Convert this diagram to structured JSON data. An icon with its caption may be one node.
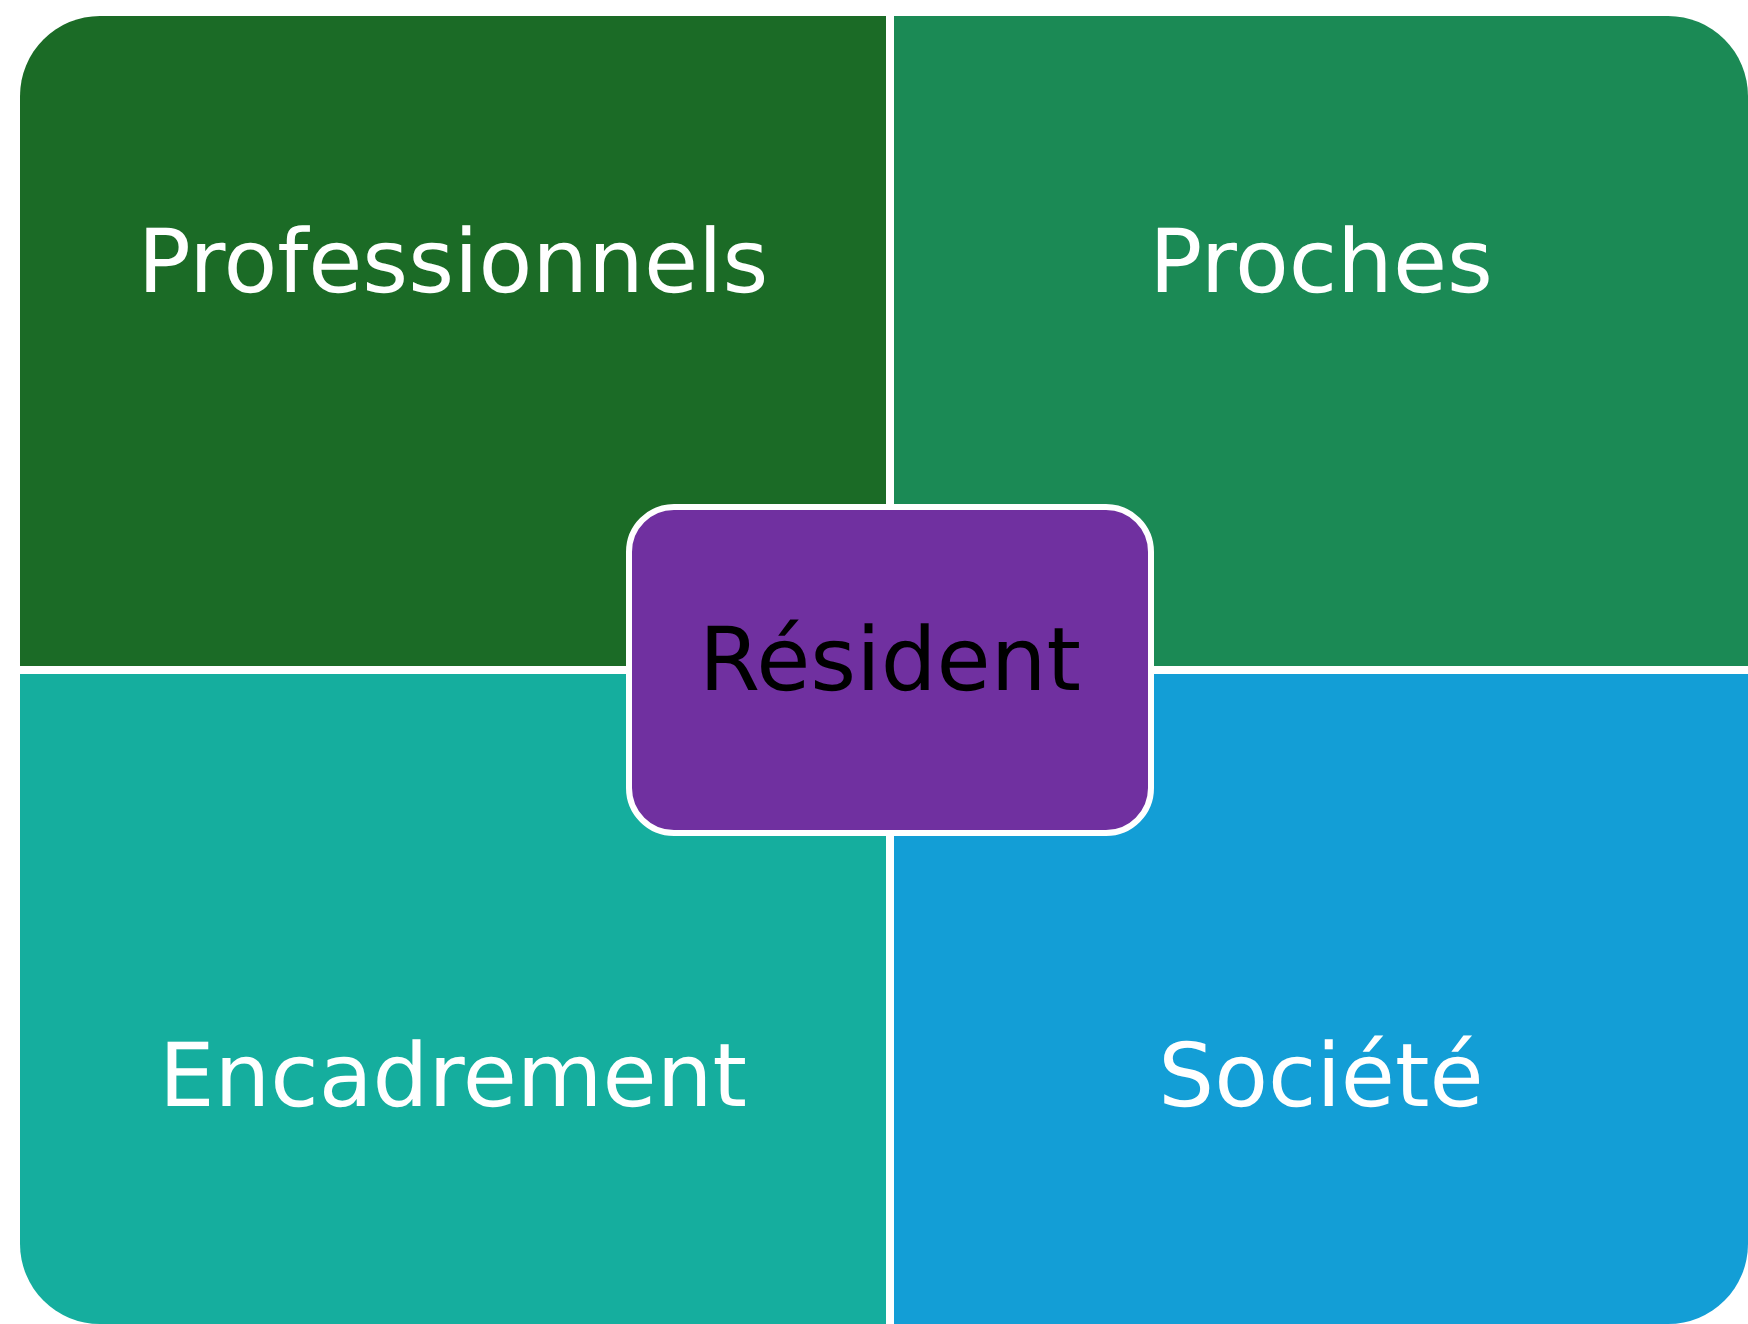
{
  "diagram": {
    "nodes": [
      {
        "text": [
          "Professionnels"
        ]
      },
      {
        "text": [
          "Proches"
        ]
      },
      {
        "text": [
          "Encadrement"
        ]
      },
      {
        "text": [
          "Société"
        ]
      },
      {
        "text": [
          "Résident"
        ]
      }
    ]
  }
}
